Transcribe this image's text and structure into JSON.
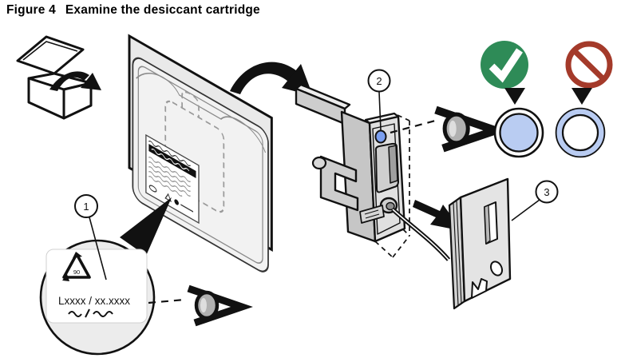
{
  "figure": {
    "label": "Figure 4",
    "title": "Examine the desiccant cartridge"
  },
  "callouts": {
    "one": "1",
    "two": "2",
    "three": "3"
  },
  "label": {
    "part_code": "Lxxxx / xx.xxxx",
    "recycle_code": "90"
  },
  "icons": {
    "unbox": "open-box-icon",
    "inspect": "eye-icon",
    "good": "check-icon",
    "bad": "prohibited-icon"
  },
  "colors": {
    "check_green": "#2e8b57",
    "prohibit_red": "#a43a2a",
    "desiccant_blue": "#b9ccf2",
    "window_blue": "#7b9ff0"
  }
}
